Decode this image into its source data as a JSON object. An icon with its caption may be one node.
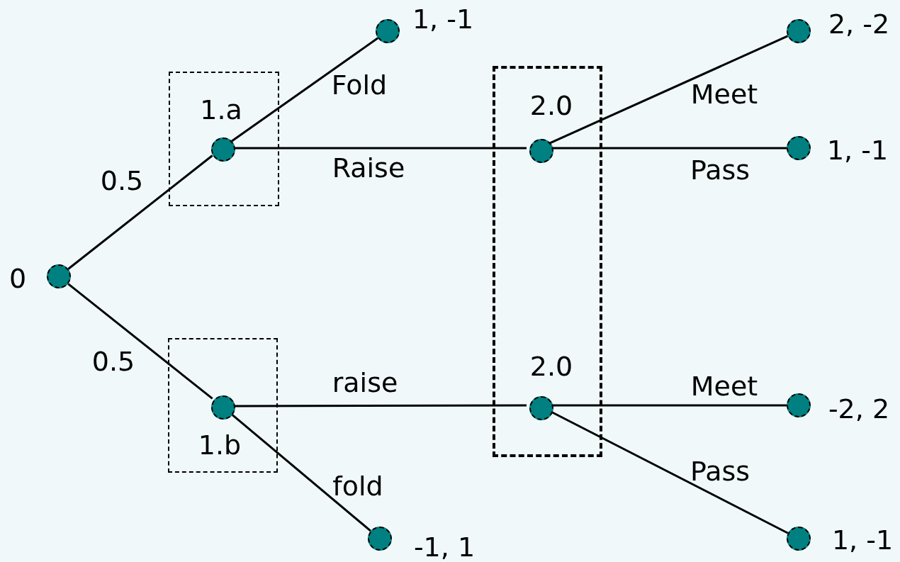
{
  "diagram": {
    "nodes": [
      {
        "text": [],
        "shape": "circle",
        "beside": [
          "0"
        ]
      },
      {
        "text": [],
        "shape": "box"
      },
      {
        "text": [],
        "shape": "circle",
        "in": 1,
        "beside": [
          "1.a"
        ]
      },
      {
        "text": [],
        "shape": "box"
      },
      {
        "text": [],
        "shape": "circle",
        "in": 3,
        "beside": [
          "1.b"
        ]
      },
      {
        "text": [],
        "shape": "box"
      },
      {
        "text": [],
        "shape": "circle",
        "in": 5,
        "beside": [
          "2.0"
        ]
      },
      {
        "text": [],
        "shape": "circle",
        "in": 5,
        "beside": [
          "2.0"
        ]
      },
      {
        "text": [],
        "shape": "circle",
        "beside": [
          "1, -1"
        ]
      },
      {
        "text": [],
        "shape": "circle",
        "beside": [
          "-1, 1"
        ]
      },
      {
        "text": [],
        "shape": "circle",
        "beside": [
          "2, -2"
        ]
      },
      {
        "text": [],
        "shape": "circle",
        "beside": [
          "1, -1"
        ]
      },
      {
        "text": [],
        "shape": "circle",
        "beside": [
          "-2, 2"
        ]
      },
      {
        "text": [],
        "shape": "circle",
        "beside": [
          "1, -1"
        ]
      }
    ],
    "edges": [
      {
        "from": 0,
        "to": 2,
        "arrow": "none",
        "label": "0.5"
      },
      {
        "from": 0,
        "to": 4,
        "arrow": "none",
        "label": "0.5"
      },
      {
        "from": 2,
        "to": 8,
        "arrow": "none",
        "label": "Fold"
      },
      {
        "from": 2,
        "to": 6,
        "arrow": "none",
        "label": "Raise"
      },
      {
        "from": 4,
        "to": 7,
        "arrow": "none",
        "label": "raise"
      },
      {
        "from": 4,
        "to": 9,
        "arrow": "none",
        "label": "fold"
      },
      {
        "from": 6,
        "to": 10,
        "arrow": "none",
        "label": "Meet"
      },
      {
        "from": 6,
        "to": 11,
        "arrow": "none",
        "label": "Pass"
      },
      {
        "from": 7,
        "to": 12,
        "arrow": "none",
        "label": "Meet"
      },
      {
        "from": 7,
        "to": 13,
        "arrow": "none",
        "label": "Pass"
      }
    ]
  }
}
